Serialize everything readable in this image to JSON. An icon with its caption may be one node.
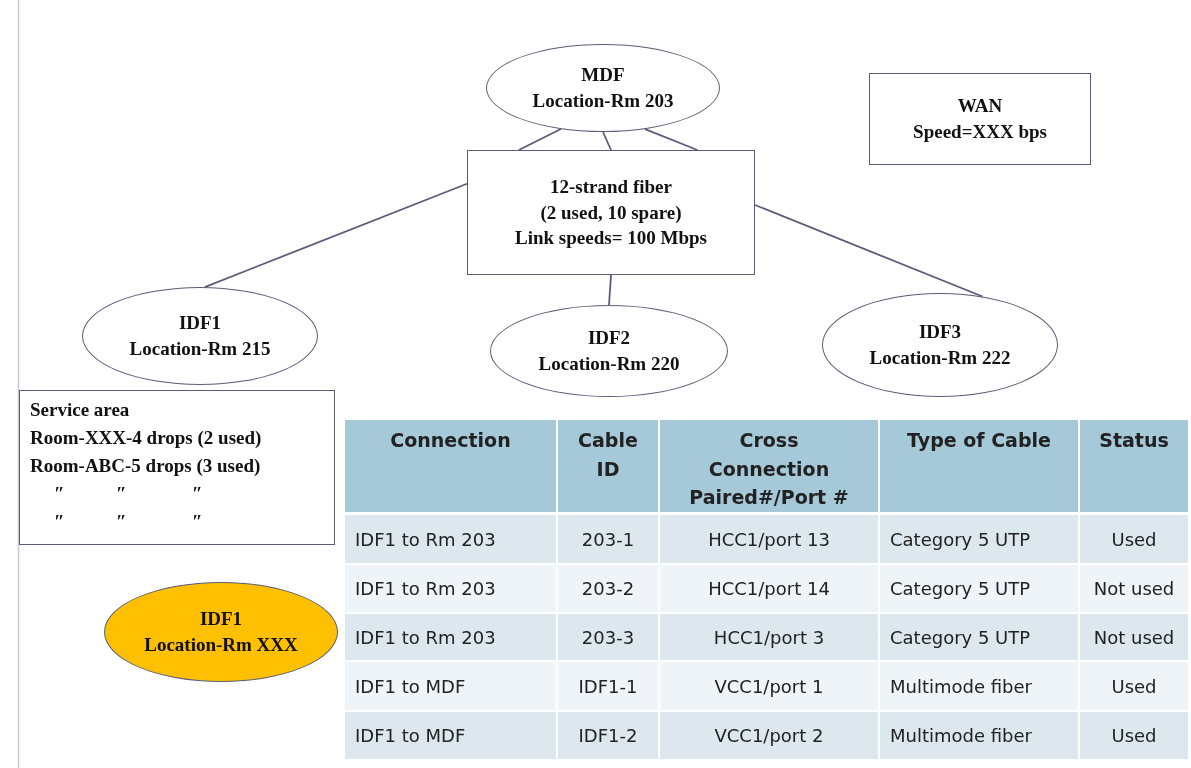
{
  "diagram": {
    "nodes": [
      {
        "text": [
          "MDF",
          "Location-Rm 203"
        ]
      },
      {
        "text": [
          "12-strand fiber",
          "(2 used, 10 spare)",
          "Link speeds= 100 Mbps"
        ]
      },
      {
        "text": [
          "WAN",
          "Speed=XXX bps"
        ]
      },
      {
        "text": [
          "IDF1",
          "Location-Rm 215"
        ]
      },
      {
        "text": [
          "IDF2",
          "Location-Rm 220"
        ]
      },
      {
        "text": [
          "IDF3",
          "Location-Rm 222"
        ]
      },
      {
        "text": [
          "Service area",
          "Room-XXX-4 drops (2 used)",
          "Room-ABC-5 drops (3 used)",
          "″",
          "″",
          "″",
          "″",
          "″",
          "″"
        ]
      },
      {
        "text": [
          "IDF1",
          "Location-Rm XXX"
        ]
      }
    ],
    "edges": [
      {
        "from": 0,
        "to": 1,
        "arrow": "none"
      },
      {
        "from": 0,
        "to": 1,
        "arrow": "none"
      },
      {
        "from": 0,
        "to": 1,
        "arrow": "none"
      },
      {
        "from": 1,
        "to": 3,
        "arrow": "none"
      },
      {
        "from": 1,
        "to": 4,
        "arrow": "none"
      },
      {
        "from": 1,
        "to": 5,
        "arrow": "none"
      }
    ],
    "labels": [
      "Connection",
      "Cable ID",
      "Cross Connection Paired#/Port #",
      "Type of Cable",
      "Status",
      "IDF1 to Rm 203",
      "203-1",
      "HCC1/port 13",
      "Category 5 UTP",
      "Used",
      "IDF1 to Rm 203",
      "203-2",
      "HCC1/port 14",
      "Category 5 UTP",
      "Not used",
      "IDF1 to Rm 203",
      "203-3",
      "HCC1/port 3",
      "Category 5 UTP",
      "Not used",
      "IDF1 to MDF",
      "IDF1-1",
      "VCC1/port 1",
      "Multimode fiber",
      "Used",
      "IDF1 to MDF",
      "IDF1-2",
      "VCC1/port 2",
      "Multimode fiber",
      "Used"
    ]
  }
}
